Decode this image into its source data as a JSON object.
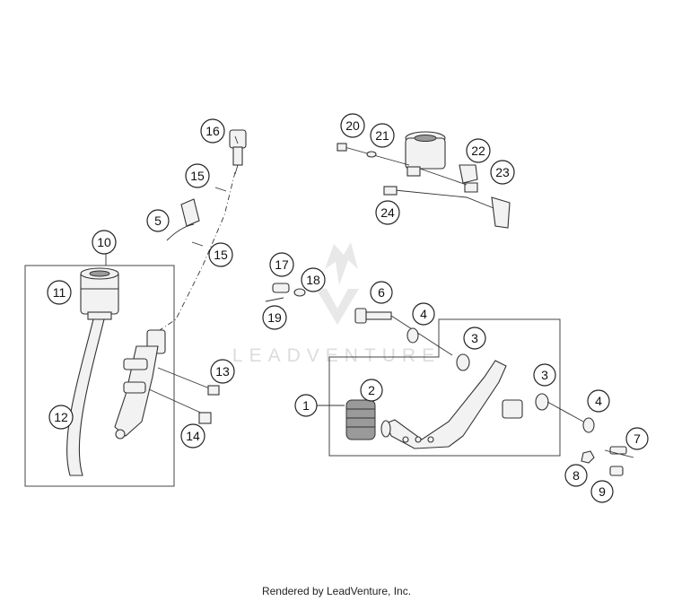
{
  "callouts": [
    {
      "id": "1",
      "label": "1"
    },
    {
      "id": "2",
      "label": "2"
    },
    {
      "id": "3a",
      "label": "3"
    },
    {
      "id": "3b",
      "label": "3"
    },
    {
      "id": "4a",
      "label": "4"
    },
    {
      "id": "4b",
      "label": "4"
    },
    {
      "id": "5",
      "label": "5"
    },
    {
      "id": "6",
      "label": "6"
    },
    {
      "id": "7",
      "label": "7"
    },
    {
      "id": "8",
      "label": "8"
    },
    {
      "id": "9",
      "label": "9"
    },
    {
      "id": "10",
      "label": "10"
    },
    {
      "id": "11",
      "label": "11"
    },
    {
      "id": "12",
      "label": "12"
    },
    {
      "id": "13",
      "label": "13"
    },
    {
      "id": "14",
      "label": "14"
    },
    {
      "id": "15a",
      "label": "15"
    },
    {
      "id": "15b",
      "label": "15"
    },
    {
      "id": "16",
      "label": "16"
    },
    {
      "id": "17",
      "label": "17"
    },
    {
      "id": "18",
      "label": "18"
    },
    {
      "id": "19",
      "label": "19"
    },
    {
      "id": "20",
      "label": "20"
    },
    {
      "id": "21",
      "label": "21"
    },
    {
      "id": "22",
      "label": "22"
    },
    {
      "id": "23",
      "label": "23"
    },
    {
      "id": "24",
      "label": "24"
    }
  ],
  "watermark": {
    "text": "LEADVENTURE"
  },
  "footer": {
    "text": "Rendered by LeadVenture, Inc."
  }
}
